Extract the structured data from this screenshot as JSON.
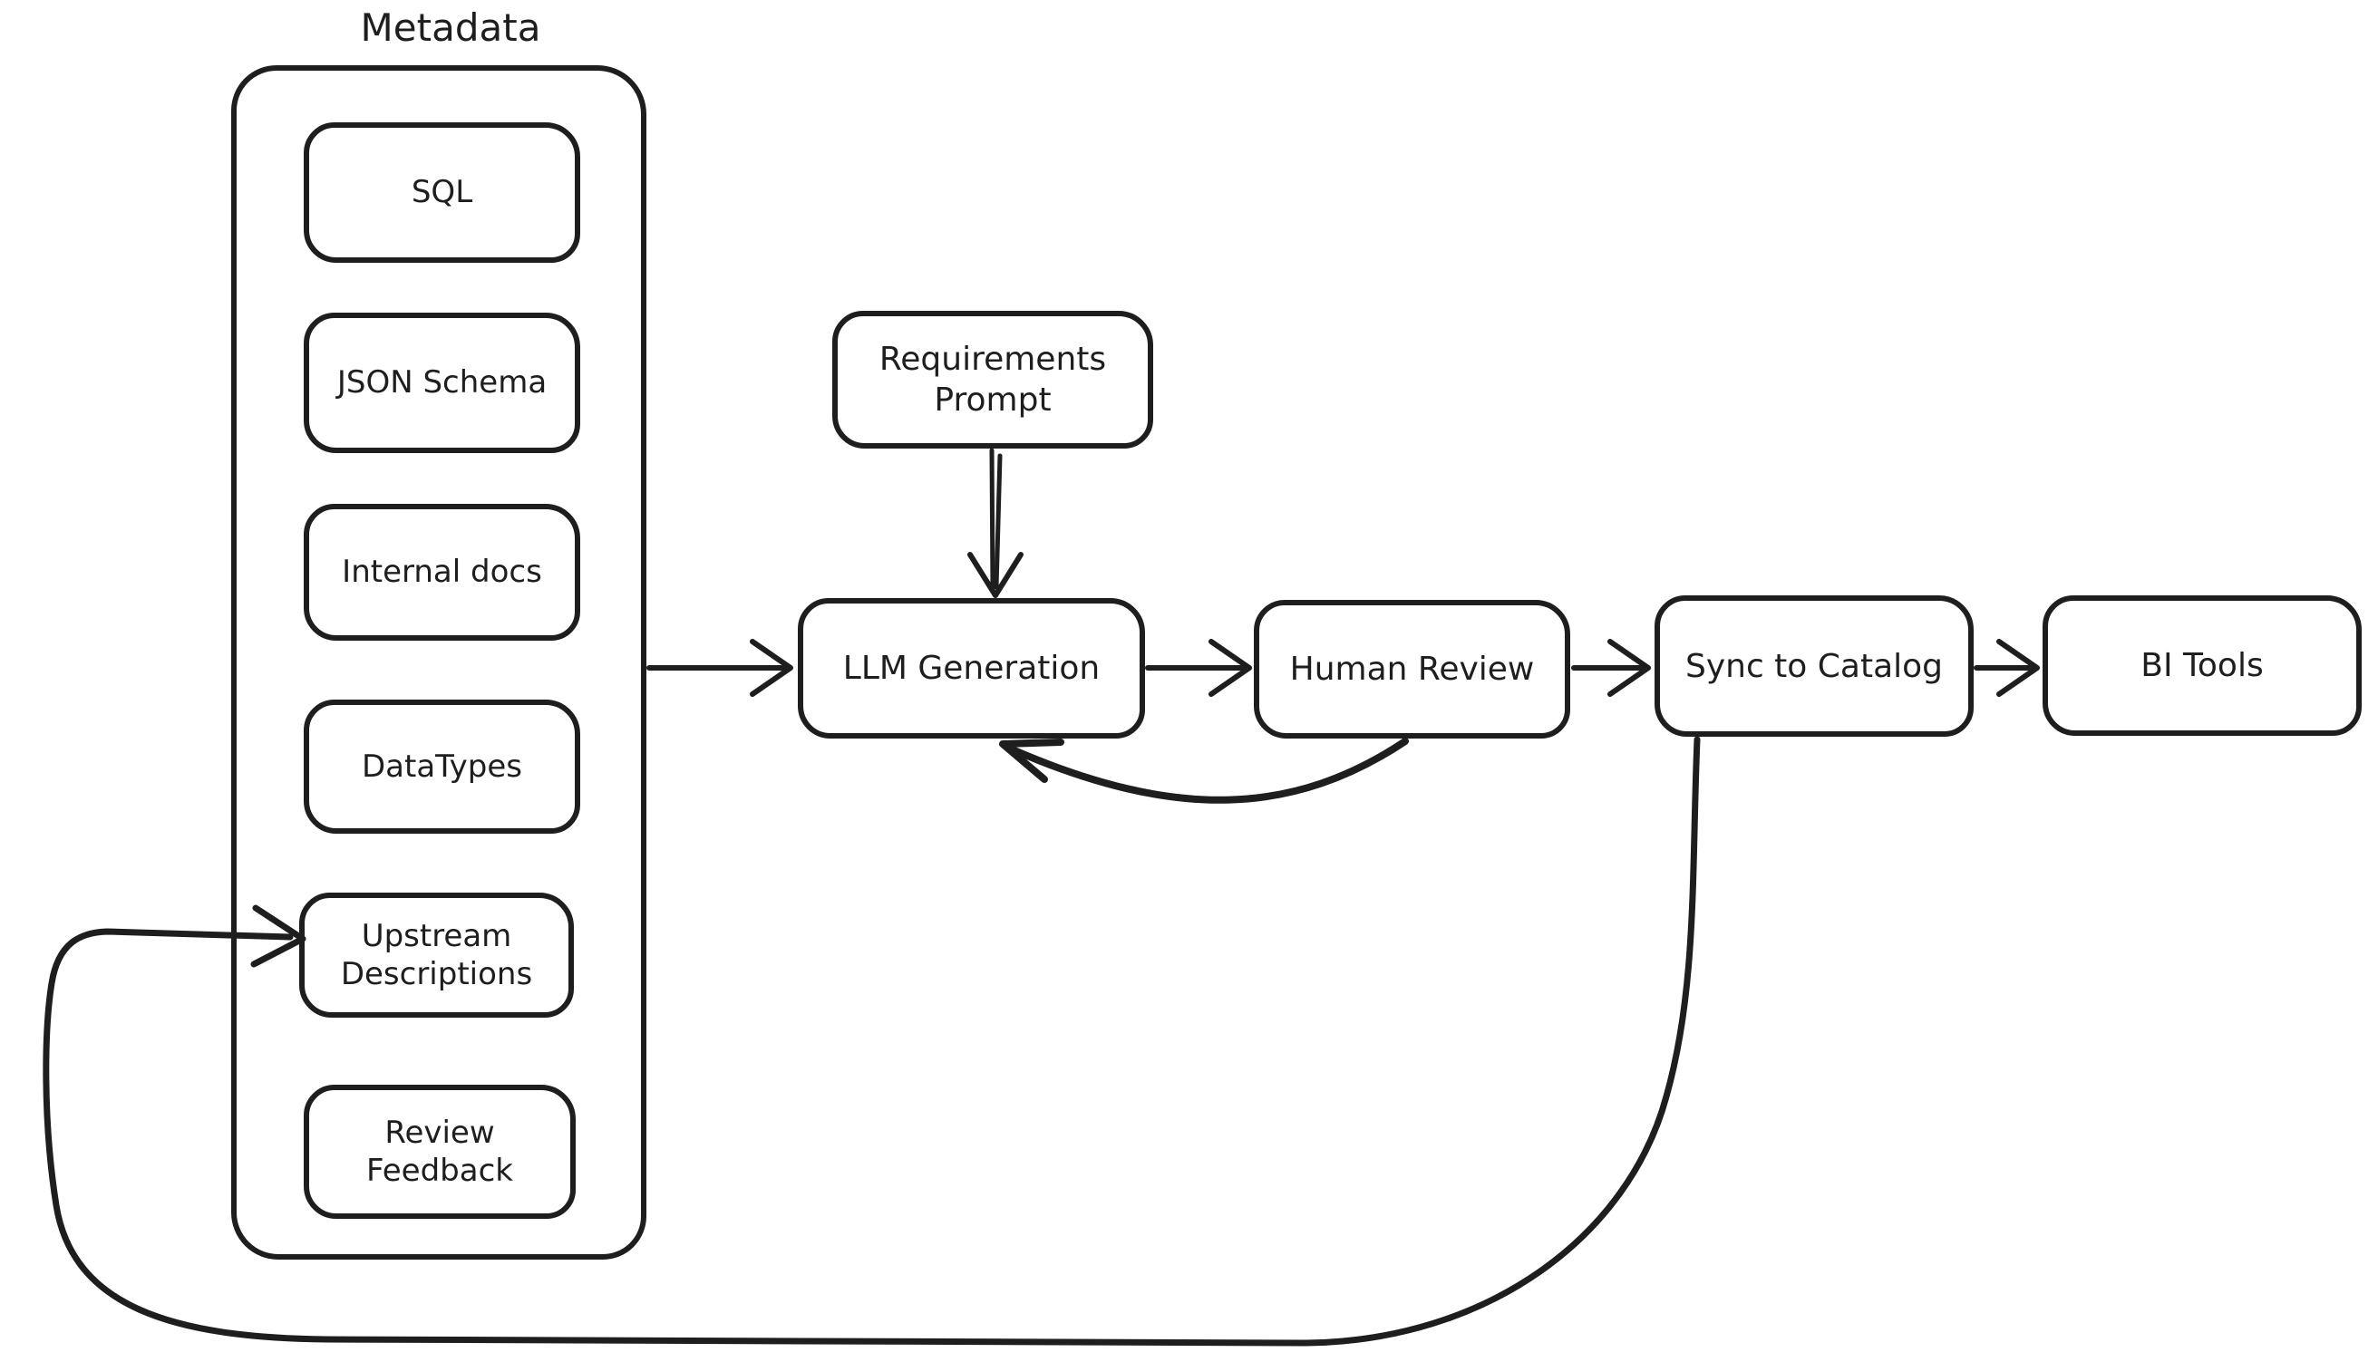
{
  "colors": {
    "stroke": "#1e1e1e",
    "background": "#ffffff",
    "text": "#1e1e1e"
  },
  "group": {
    "title": "Metadata",
    "items": [
      {
        "label": "SQL"
      },
      {
        "label": "JSON Schema"
      },
      {
        "label": "Internal docs"
      },
      {
        "label": "DataTypes"
      },
      {
        "label": "Upstream Descriptions"
      },
      {
        "label": "Review Feedback"
      }
    ]
  },
  "nodes": {
    "requirements_prompt": {
      "label": "Requirements Prompt"
    },
    "llm_generation": {
      "label": "LLM Generation"
    },
    "human_review": {
      "label": "Human Review"
    },
    "sync_to_catalog": {
      "label": "Sync to Catalog"
    },
    "bi_tools": {
      "label": "BI Tools"
    }
  },
  "edges": [
    {
      "from": "Metadata",
      "to": "LLM Generation"
    },
    {
      "from": "Requirements Prompt",
      "to": "LLM Generation"
    },
    {
      "from": "LLM Generation",
      "to": "Human Review"
    },
    {
      "from": "Human Review",
      "to": "Sync to Catalog"
    },
    {
      "from": "Sync to Catalog",
      "to": "BI Tools"
    },
    {
      "from": "Human Review",
      "to": "LLM Generation"
    },
    {
      "from": "Sync to Catalog",
      "to": "Upstream Descriptions"
    }
  ]
}
